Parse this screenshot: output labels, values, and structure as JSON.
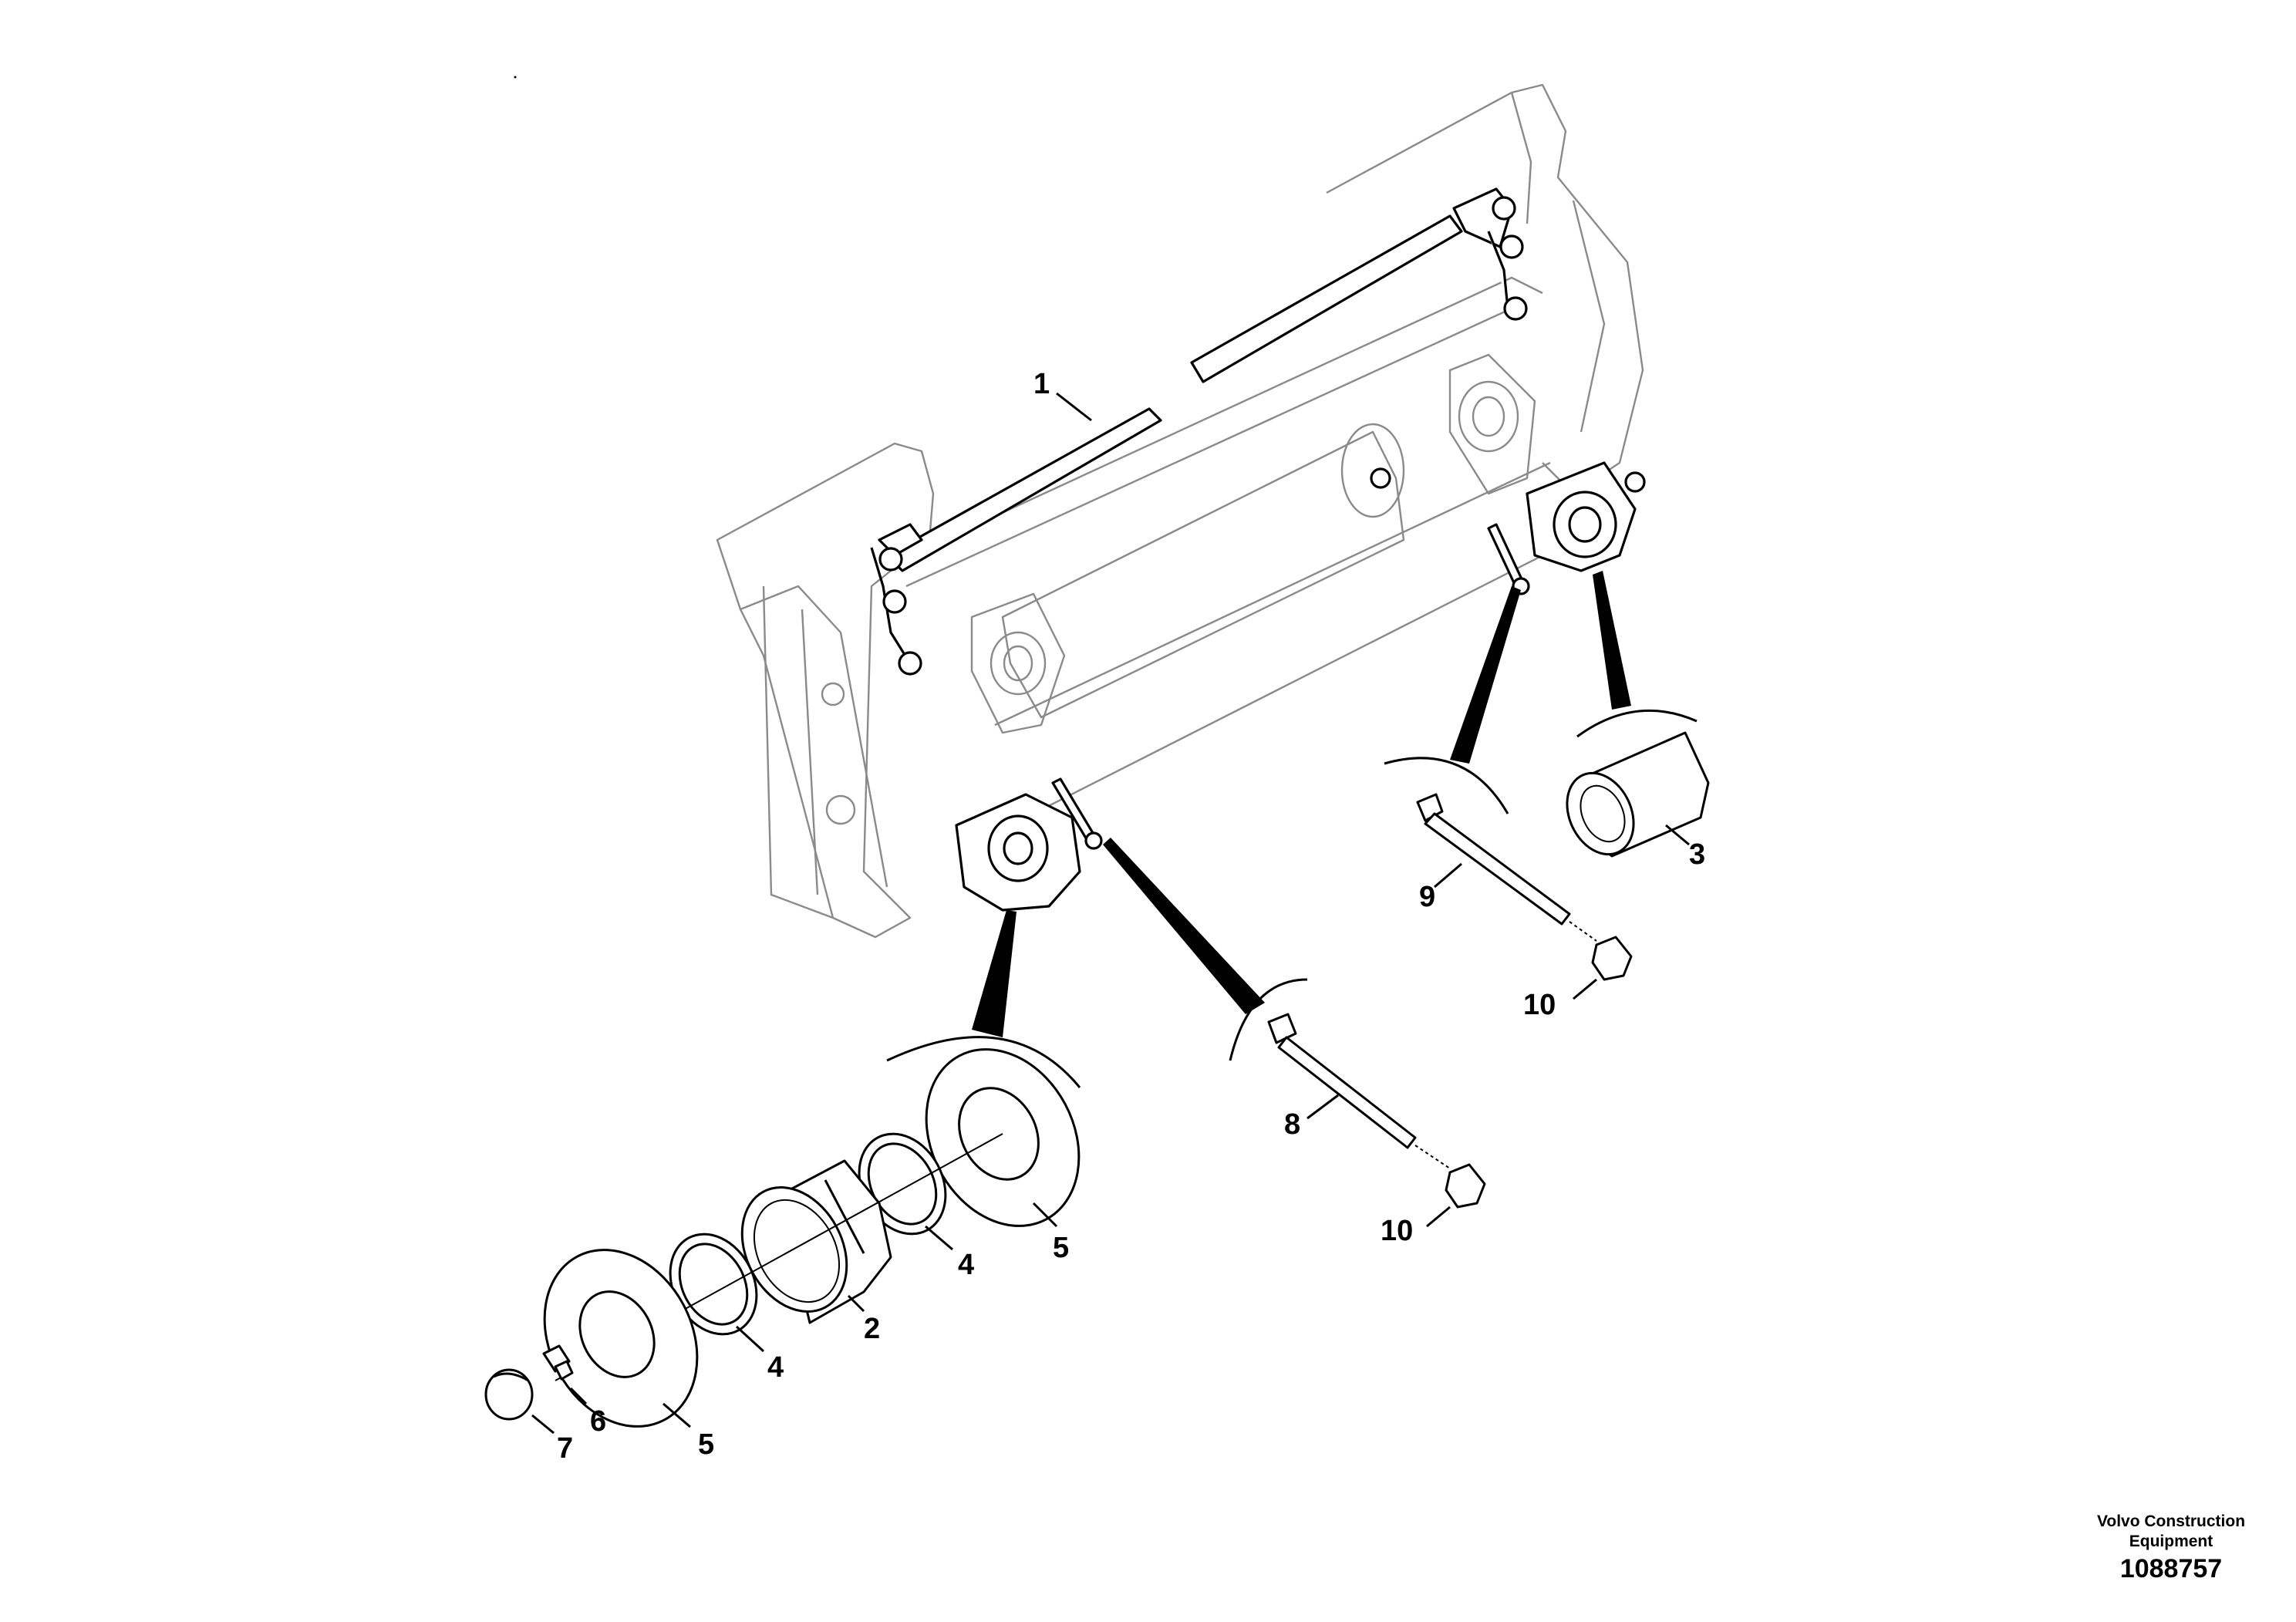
{
  "brand": {
    "line1": "Volvo Construction",
    "line2": "Equipment",
    "drawing_number": "1088757"
  },
  "callouts": [
    {
      "id": "c1",
      "text": "1"
    },
    {
      "id": "c2",
      "text": "2"
    },
    {
      "id": "c3",
      "text": "3"
    },
    {
      "id": "c4a",
      "text": "4"
    },
    {
      "id": "c4b",
      "text": "4"
    },
    {
      "id": "c5a",
      "text": "5"
    },
    {
      "id": "c5b",
      "text": "5"
    },
    {
      "id": "c6",
      "text": "6"
    },
    {
      "id": "c7",
      "text": "7"
    },
    {
      "id": "c8",
      "text": "8"
    },
    {
      "id": "c9",
      "text": "9"
    },
    {
      "id": "c10a",
      "text": "10"
    },
    {
      "id": "c10b",
      "text": "10"
    }
  ]
}
